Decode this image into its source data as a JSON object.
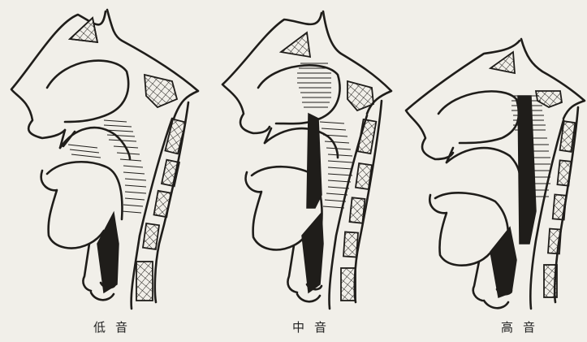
{
  "captions": {
    "low": "低音",
    "mid": "中音",
    "high": "高音"
  },
  "colors": {
    "ink": "#1f1d1a",
    "paper": "#f1efe9"
  }
}
